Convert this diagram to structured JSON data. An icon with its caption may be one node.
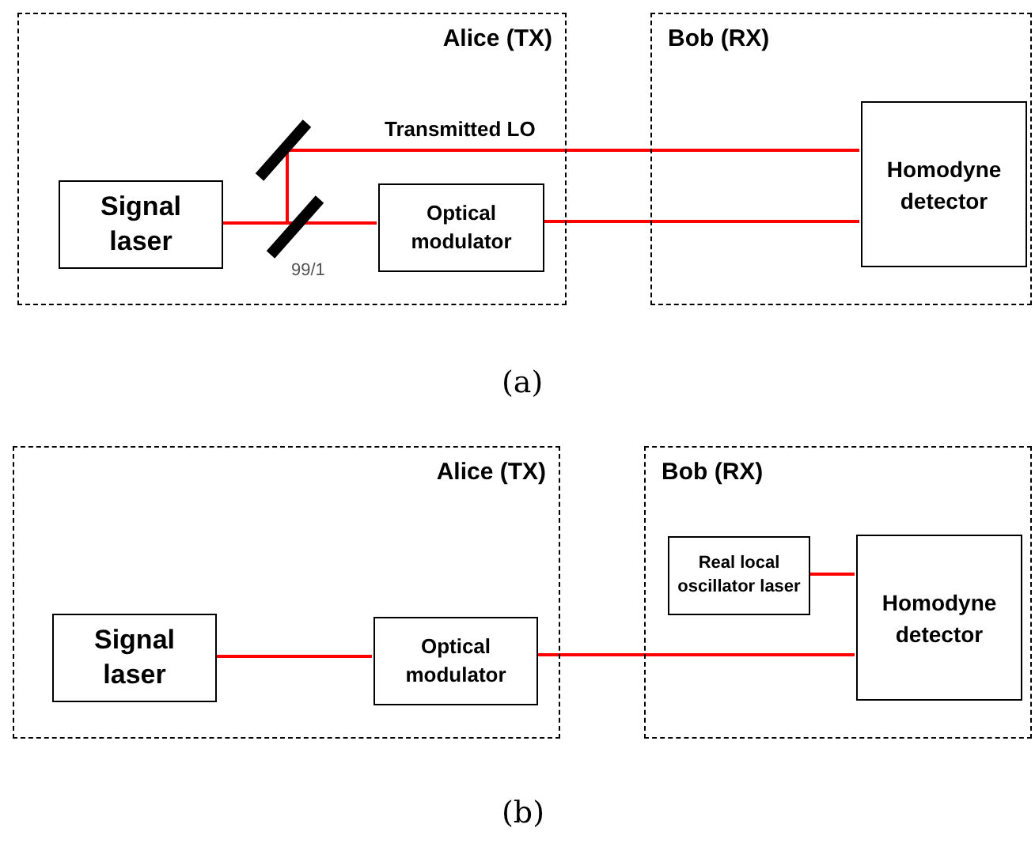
{
  "diagram": {
    "nodes": [
      {
        "text": [
          "Alice (TX)"
        ]
      },
      {
        "text": [
          "Bob (RX)"
        ]
      },
      {
        "text": [
          "Signal laser"
        ],
        "in": 0
      },
      {
        "text": [],
        "shape": "bar",
        "in": 0
      },
      {
        "text": [],
        "shape": "bar",
        "in": 0,
        "beside": [
          "99/1"
        ]
      },
      {
        "text": [
          "Optical modulator"
        ],
        "in": 0
      },
      {
        "text": [
          "Homodyne detector"
        ],
        "in": 1
      },
      {
        "text": [
          "Alice (TX)"
        ]
      },
      {
        "text": [
          "Bob (RX)"
        ]
      },
      {
        "text": [
          "Signal laser"
        ],
        "in": 7
      },
      {
        "text": [
          "Optical modulator"
        ],
        "in": 7
      },
      {
        "text": [
          "Real local oscillator laser"
        ],
        "in": 8
      },
      {
        "text": [
          "Homodyne detector"
        ],
        "in": 8
      }
    ],
    "edges": [
      {
        "from": 2,
        "to": 4,
        "arrow": "none"
      },
      {
        "from": 4,
        "to": 5,
        "arrow": "none"
      },
      {
        "from": 4,
        "to": 3,
        "arrow": "none"
      },
      {
        "from": 3,
        "to": 6,
        "arrow": "none",
        "label": "Transmitted LO"
      },
      {
        "from": 5,
        "to": 6,
        "arrow": "none"
      },
      {
        "from": 9,
        "to": 10,
        "arrow": "none"
      },
      {
        "from": 10,
        "to": 12,
        "arrow": "none"
      },
      {
        "from": 11,
        "to": 12,
        "arrow": "none"
      }
    ],
    "labels": [
      "(a)",
      "(b)"
    ]
  }
}
